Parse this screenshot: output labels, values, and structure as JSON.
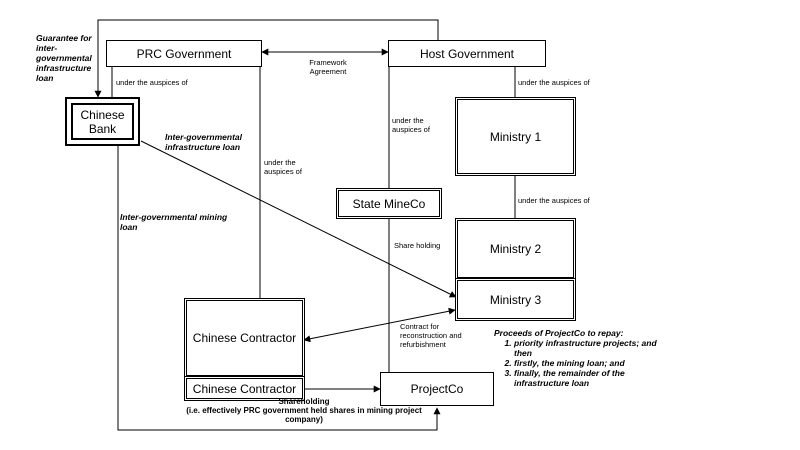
{
  "nodes": {
    "prc_government": "PRC Government",
    "host_government": "Host Government",
    "chinese_bank": "Chinese\nBank",
    "ministry_1": "Ministry 1",
    "state_mineco": "State MineCo",
    "ministry_2": "Ministry 2",
    "ministry_3": "Ministry 3",
    "chinese_contractor_top": "Chinese Contractor",
    "chinese_contractor_bottom": "Chinese Contractor",
    "projectco": "ProjectCo"
  },
  "labels": {
    "guarantee": "Guarantee for inter-governmental infrastructure loan",
    "under_auspices_prc_bank": "under the auspices of",
    "framework_agreement": "Framework\nAgreement",
    "under_auspices_host_ministry1": "under the auspices of",
    "under_auspices_host_mineco": "under the\nauspices of",
    "under_auspices_prc_contractor": "under the\nauspices of",
    "under_auspices_ministry1_ministry2": "under the auspices of",
    "infra_loan": "Inter-governmental\ninfrastructure loan",
    "mining_loan": "Inter-governmental mining\nloan",
    "share_holding": "Share holding",
    "contract": "Contract for\nreconstruction and\nrefurbishment",
    "shareholding": "Shareholding\n(i.e. effectively PRC government held shares in mining project\ncompany)"
  },
  "proceeds": {
    "title": "Proceeds of ProjectCo to repay:",
    "items": [
      "priority infrastructure projects; and then",
      "firstly, the mining loan; and",
      "finally, the remainder of the infrastructure loan"
    ]
  }
}
